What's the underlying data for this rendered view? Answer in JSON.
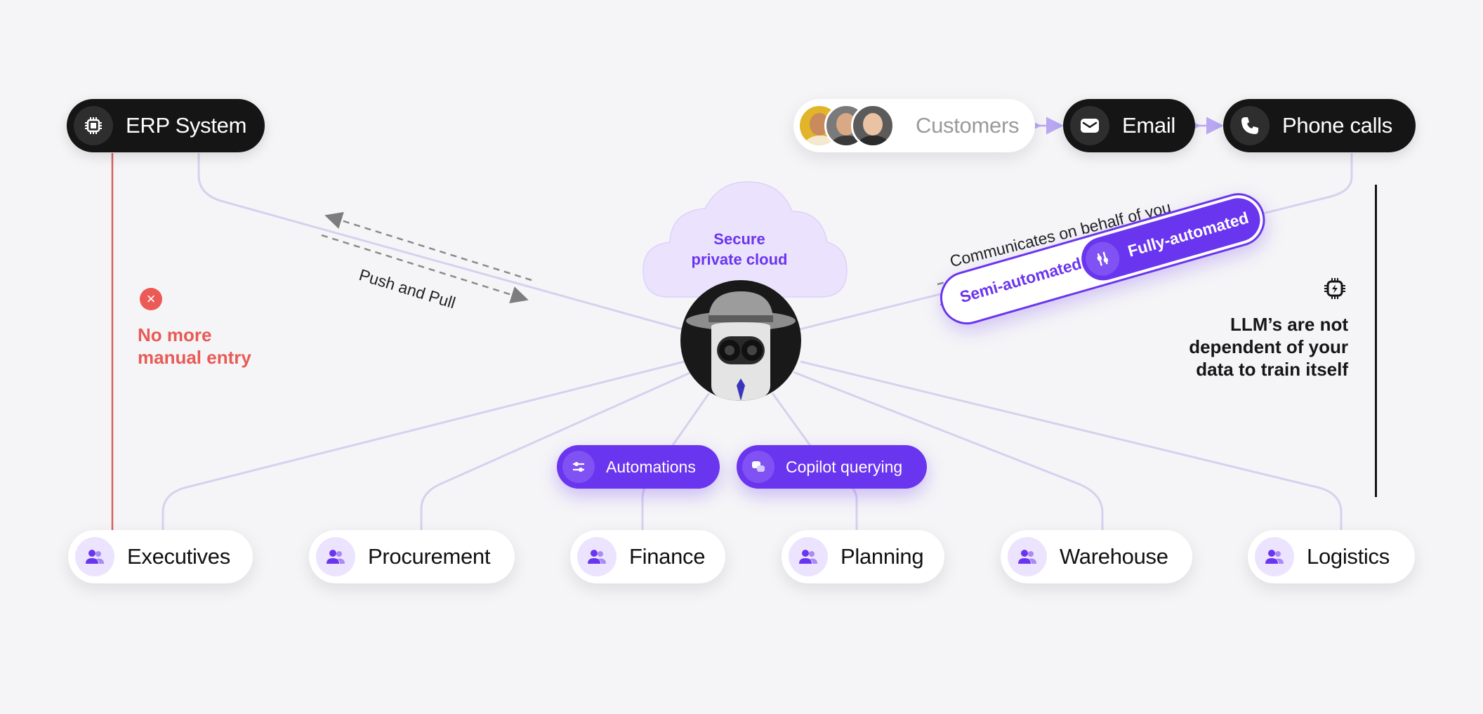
{
  "top": {
    "erp": {
      "label": "ERP System",
      "icon": "chip-icon"
    },
    "customers": {
      "label": "Customers",
      "icon": "avatar-group"
    },
    "email": {
      "label": "Email",
      "icon": "mail-icon"
    },
    "phone": {
      "label": "Phone calls",
      "icon": "phone-icon"
    }
  },
  "center": {
    "cloud_text": "Secure\nprivate cloud",
    "robot": "robot-agent-avatar"
  },
  "edges": {
    "push_pull": "Push and Pull",
    "communicates": "Communicates on behalf of you"
  },
  "automation_toggle": {
    "semi": "Semi-automated",
    "full": "Fully-automated"
  },
  "capabilities": {
    "automations": "Automations",
    "copilot": "Copilot querying"
  },
  "notes": {
    "no_manual": "No more\nmanual entry",
    "llm": "LLM’s are not\ndependent of your\ndata to train itself"
  },
  "departments": [
    {
      "label": "Executives"
    },
    {
      "label": "Procurement"
    },
    {
      "label": "Finance"
    },
    {
      "label": "Planning"
    },
    {
      "label": "Warehouse"
    },
    {
      "label": "Logistics"
    }
  ],
  "colors": {
    "accent": "#6a35ee",
    "accent_light": "#ece4ff",
    "dark": "#151515",
    "error": "#e85a56",
    "line": "#d8d0ee"
  }
}
